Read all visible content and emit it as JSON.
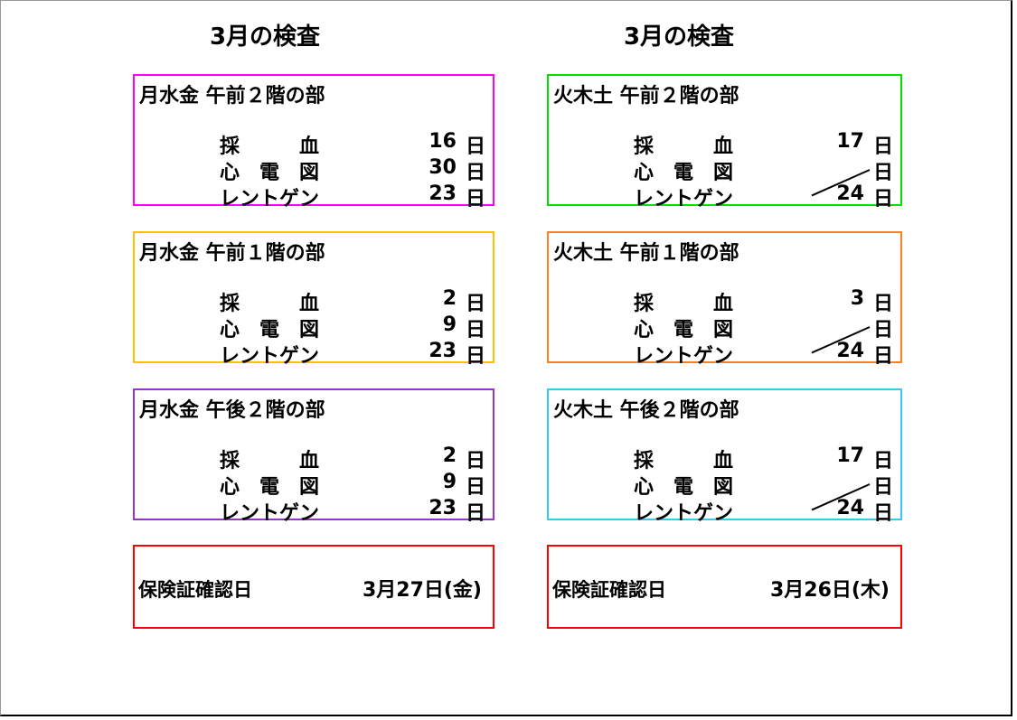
{
  "headings": [
    "3月の検査",
    "3月の検査"
  ],
  "colors": {
    "left": [
      "#ff00ff",
      "#ffc000",
      "#9933cc"
    ],
    "right": [
      "#00e000",
      "#ff8020",
      "#33ccee"
    ],
    "insurance": "#ff0000"
  },
  "sections": {
    "left": [
      {
        "title": "月水金 午前２階の部",
        "rows": [
          {
            "label": "採　　　血",
            "value": "16",
            "unit": "日"
          },
          {
            "label": "心　電　図",
            "value": "30",
            "unit": "日"
          },
          {
            "label": "レントゲン",
            "value": "23",
            "unit": "日"
          }
        ]
      },
      {
        "title": "月水金 午前１階の部",
        "rows": [
          {
            "label": "採　　　血",
            "value": "2",
            "unit": "日"
          },
          {
            "label": "心　電　図",
            "value": "9",
            "unit": "日"
          },
          {
            "label": "レントゲン",
            "value": "23",
            "unit": "日"
          }
        ]
      },
      {
        "title": "月水金 午後２階の部",
        "rows": [
          {
            "label": "採　　　血",
            "value": "2",
            "unit": "日"
          },
          {
            "label": "心　電　図",
            "value": "9",
            "unit": "日"
          },
          {
            "label": "レントゲン",
            "value": "23",
            "unit": "日"
          }
        ]
      }
    ],
    "right": [
      {
        "title": "火木土 午前２階の部",
        "rows": [
          {
            "label": "採　　　血",
            "value": "17",
            "unit": "日"
          },
          {
            "label": "心　電　図",
            "value": "",
            "unit": "日"
          },
          {
            "label": "レントゲン",
            "value": "24",
            "unit": "日"
          }
        ]
      },
      {
        "title": "火木土 午前１階の部",
        "rows": [
          {
            "label": "採　　　血",
            "value": "3",
            "unit": "日"
          },
          {
            "label": "心　電　図",
            "value": "",
            "unit": "日"
          },
          {
            "label": "レントゲン",
            "value": "24",
            "unit": "日"
          }
        ]
      },
      {
        "title": "火木土 午後２階の部",
        "rows": [
          {
            "label": "採　　　血",
            "value": "17",
            "unit": "日"
          },
          {
            "label": "心　電　図",
            "value": "",
            "unit": "日"
          },
          {
            "label": "レントゲン",
            "value": "24",
            "unit": "日"
          }
        ]
      }
    ]
  },
  "insurance": [
    {
      "label": "保険証確認日",
      "date": "3月27日(金)"
    },
    {
      "label": "保険証確認日",
      "date": "3月26日(木)"
    }
  ]
}
